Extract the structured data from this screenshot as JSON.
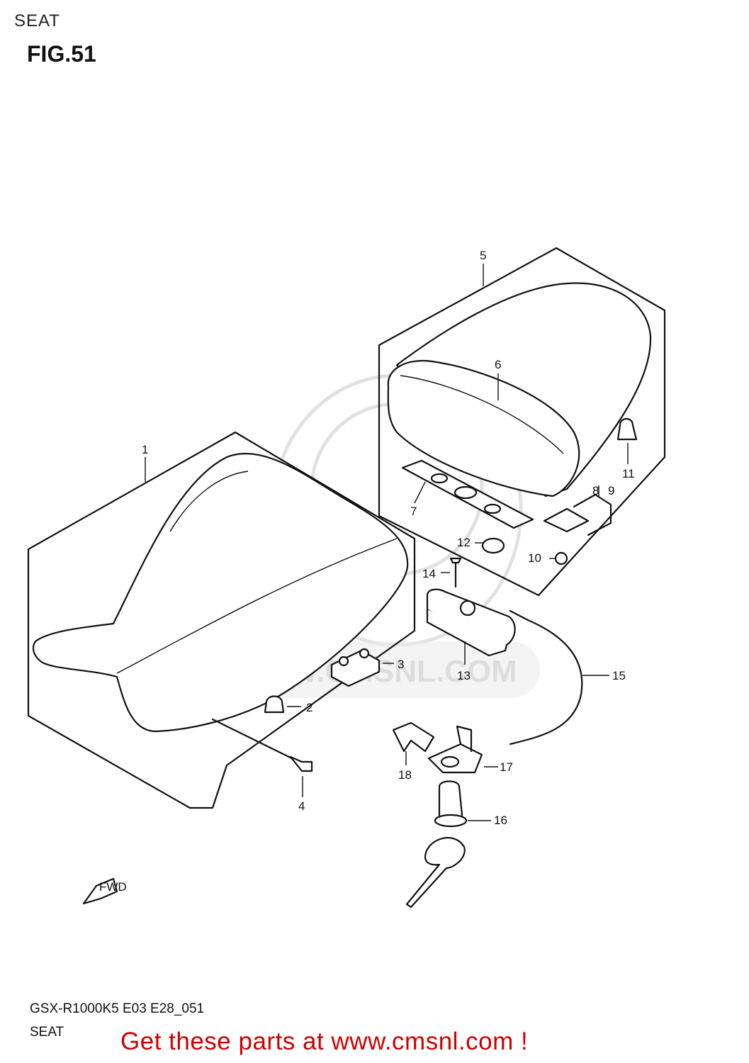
{
  "header": {
    "title": "SEAT",
    "figure": "FIG.51"
  },
  "callouts": [
    "1",
    "2",
    "3",
    "4",
    "5",
    "6",
    "7",
    "8",
    "9",
    "10",
    "11",
    "12",
    "13",
    "14",
    "15",
    "16",
    "17",
    "18"
  ],
  "fwd_label": "FWD",
  "watermark": "WWW.CMSNL.COM",
  "footer": {
    "model": "GSX-R1000K5 E03 E28_051",
    "section": "SEAT"
  },
  "cta": "Get these parts at www.cmsnl.com !"
}
